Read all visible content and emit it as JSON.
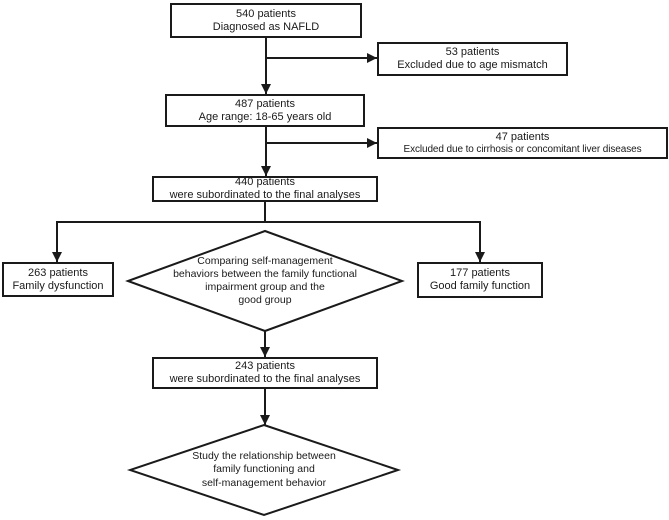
{
  "colors": {
    "ink": "#1a1a1a",
    "background": "#ffffff"
  },
  "nodes": {
    "nafld": {
      "line1": "540 patients",
      "line2": "Diagnosed as NAFLD"
    },
    "excluded_age": {
      "line1": "53 patients",
      "line2": "Excluded due to age mismatch"
    },
    "age_range": {
      "line1": "487 patients",
      "line2": "Age range: 18-65 years old"
    },
    "excluded_liver": {
      "line1": "47 patients",
      "line2": "Excluded due to cirrhosis or concomitant liver diseases"
    },
    "final_440": {
      "line1": "440 patients",
      "line2": "were subordinated to the final analyses"
    },
    "family_dysfunction": {
      "line1": "263 patients",
      "line2": "Family dysfunction"
    },
    "good_family": {
      "line1": "177 patients",
      "line2": "Good family function"
    },
    "compare_decision": {
      "line1": "Comparing self-management",
      "line2": "behaviors between the family functional",
      "line3": "impairment group and the",
      "line4": "good group"
    },
    "final_243": {
      "line1": "243 patients",
      "line2": "were subordinated to the final analyses"
    },
    "study_decision": {
      "line1": "Study the relationship between",
      "line2": "family functioning and",
      "line3": "self-management behavior"
    }
  }
}
